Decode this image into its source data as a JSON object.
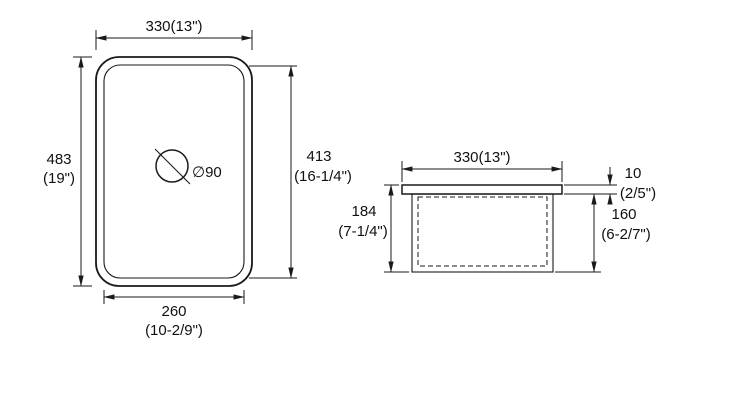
{
  "drawing": {
    "top_view": {
      "outer_width": "330(13\")",
      "outer_height_mm": "483",
      "outer_height_in": "(19\")",
      "inner_height_mm": "413",
      "inner_height_in": "(16-1/4\")",
      "drain_diameter": "∅90",
      "inner_width_mm": "260",
      "inner_width_in": "(10-2/9\")"
    },
    "side_view": {
      "top_width": "330(13\")",
      "rim_thickness_mm": "10",
      "rim_thickness_in": "(2/5\")",
      "overall_height_mm": "184",
      "overall_height_in": "(7-1/4\")",
      "bowl_depth_mm": "160",
      "bowl_depth_in": "(6-2/7\")"
    },
    "colors": {
      "line": "#1a1a1a",
      "background": "#ffffff"
    }
  }
}
